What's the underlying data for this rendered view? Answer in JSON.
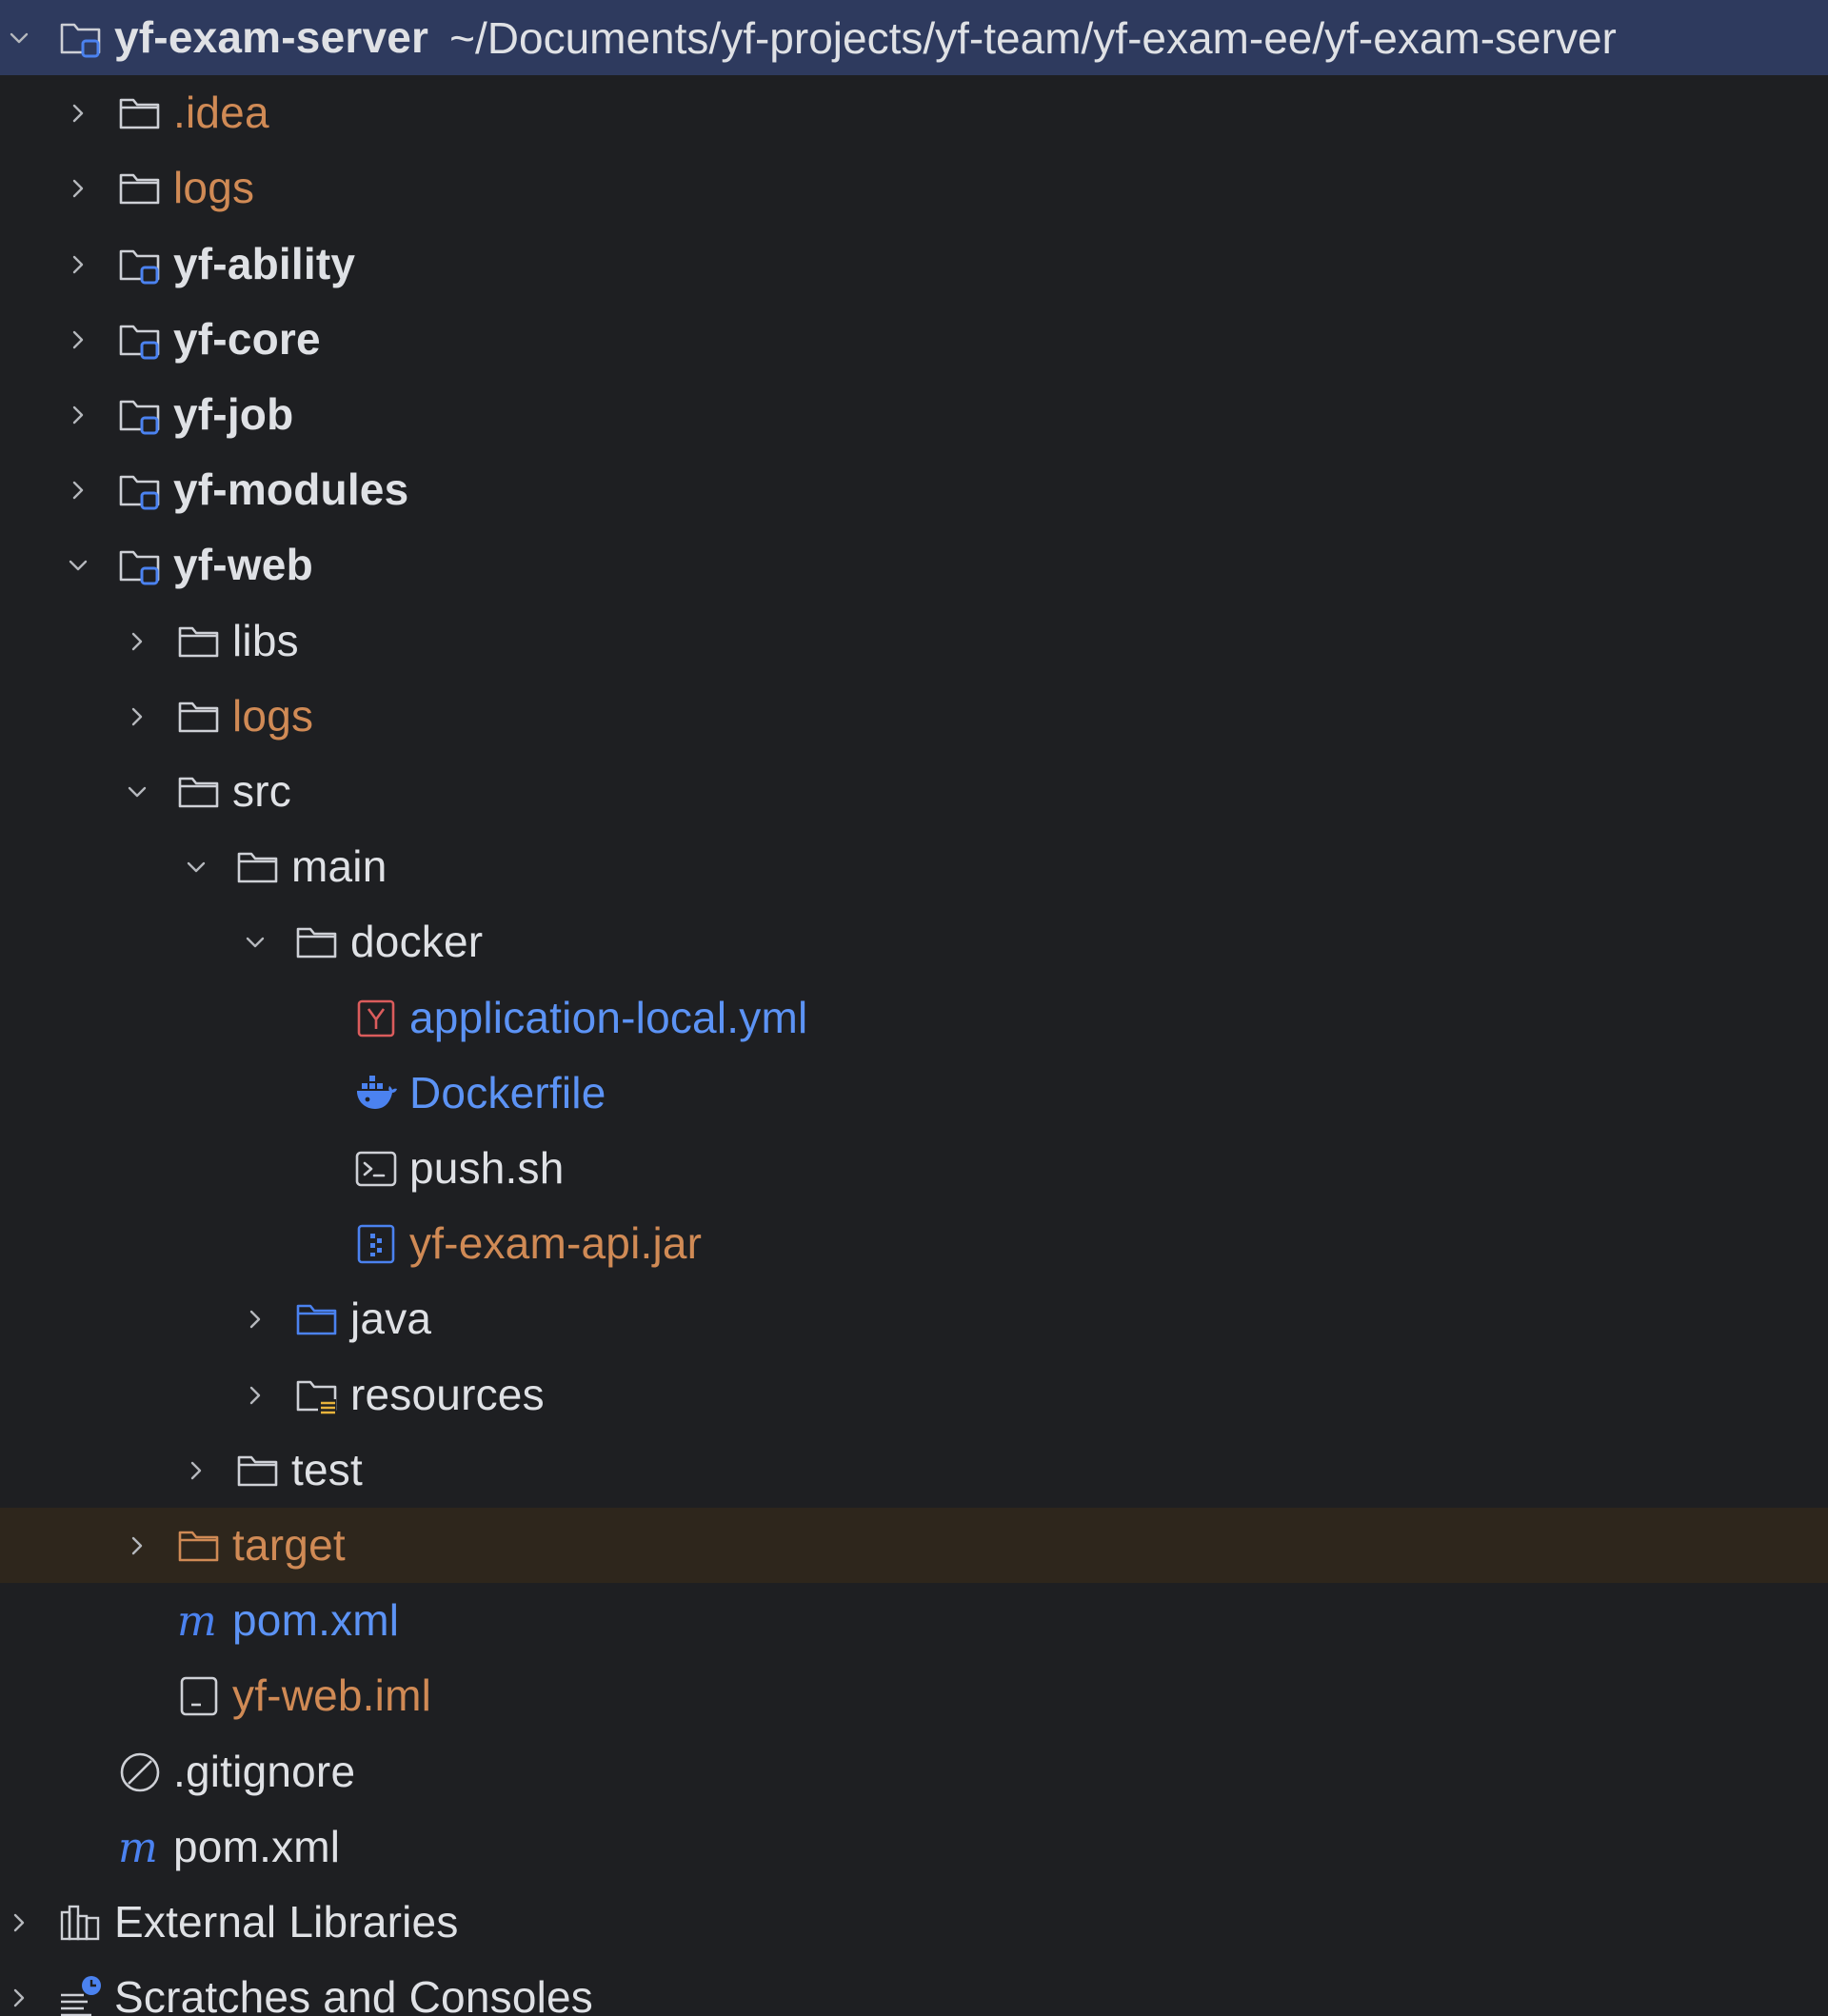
{
  "project": {
    "name": "yf-exam-server",
    "path": "~/Documents/yf-projects/yf-team/yf-exam-ee/yf-exam-server"
  },
  "rows": [
    {
      "id": "idea",
      "label": ".idea",
      "icon": "folder-icon",
      "color": "orange",
      "expanded": false
    },
    {
      "id": "logs-root",
      "label": "logs",
      "icon": "folder-icon",
      "color": "orange",
      "expanded": false
    },
    {
      "id": "yf-ability",
      "label": "yf-ability",
      "icon": "module-folder-icon",
      "color": "default",
      "bold": true,
      "expanded": false
    },
    {
      "id": "yf-core",
      "label": "yf-core",
      "icon": "module-folder-icon",
      "color": "default",
      "bold": true,
      "expanded": false
    },
    {
      "id": "yf-job",
      "label": "yf-job",
      "icon": "module-folder-icon",
      "color": "default",
      "bold": true,
      "expanded": false
    },
    {
      "id": "yf-modules",
      "label": "yf-modules",
      "icon": "module-folder-icon",
      "color": "default",
      "bold": true,
      "expanded": false
    },
    {
      "id": "yf-web",
      "label": "yf-web",
      "icon": "module-folder-icon",
      "color": "default",
      "bold": true,
      "expanded": true
    },
    {
      "id": "libs",
      "label": "libs",
      "icon": "folder-icon",
      "color": "default",
      "expanded": false
    },
    {
      "id": "logs-web",
      "label": "logs",
      "icon": "folder-icon",
      "color": "orange",
      "expanded": false
    },
    {
      "id": "src",
      "label": "src",
      "icon": "folder-icon",
      "color": "default",
      "expanded": true
    },
    {
      "id": "main",
      "label": "main",
      "icon": "folder-icon",
      "color": "default",
      "expanded": true
    },
    {
      "id": "docker",
      "label": "docker",
      "icon": "folder-icon",
      "color": "default",
      "expanded": true
    },
    {
      "id": "application-local",
      "label": "application-local.yml",
      "icon": "yaml-file-icon",
      "color": "blue"
    },
    {
      "id": "dockerfile",
      "label": "Dockerfile",
      "icon": "docker-icon",
      "color": "blue"
    },
    {
      "id": "push-sh",
      "label": "push.sh",
      "icon": "shell-script-icon",
      "color": "default"
    },
    {
      "id": "yf-exam-api-jar",
      "label": "yf-exam-api.jar",
      "icon": "jar-file-icon",
      "color": "orange"
    },
    {
      "id": "java",
      "label": "java",
      "icon": "source-folder-icon",
      "color": "default",
      "expanded": false
    },
    {
      "id": "resources",
      "label": "resources",
      "icon": "resources-folder-icon",
      "color": "default",
      "expanded": false
    },
    {
      "id": "test",
      "label": "test",
      "icon": "folder-icon",
      "color": "default",
      "expanded": false
    },
    {
      "id": "target",
      "label": "target",
      "icon": "excluded-folder-icon",
      "color": "orange",
      "expanded": false,
      "highlighted": true
    },
    {
      "id": "pom-web",
      "label": "pom.xml",
      "icon": "maven-icon",
      "color": "blue"
    },
    {
      "id": "yf-web-iml",
      "label": "yf-web.iml",
      "icon": "iml-file-icon",
      "color": "orange"
    },
    {
      "id": "gitignore",
      "label": ".gitignore",
      "icon": "gitignore-icon",
      "color": "default"
    },
    {
      "id": "pom-root",
      "label": "pom.xml",
      "icon": "maven-icon",
      "color": "default"
    },
    {
      "id": "external-libraries",
      "label": "External Libraries",
      "icon": "libraries-icon",
      "color": "default",
      "expanded": false
    },
    {
      "id": "scratches",
      "label": "Scratches and Consoles",
      "icon": "scratches-icon",
      "color": "default",
      "expanded": false
    }
  ],
  "colors": {
    "background": "#1e1f22",
    "selected_row": "#2e3a5e",
    "highlighted_row": "#2e261c",
    "text_default": "#dfe1e5",
    "text_orange": "#d08a55",
    "text_blue": "#5c93f5",
    "accent_blue": "#4b82f0"
  }
}
